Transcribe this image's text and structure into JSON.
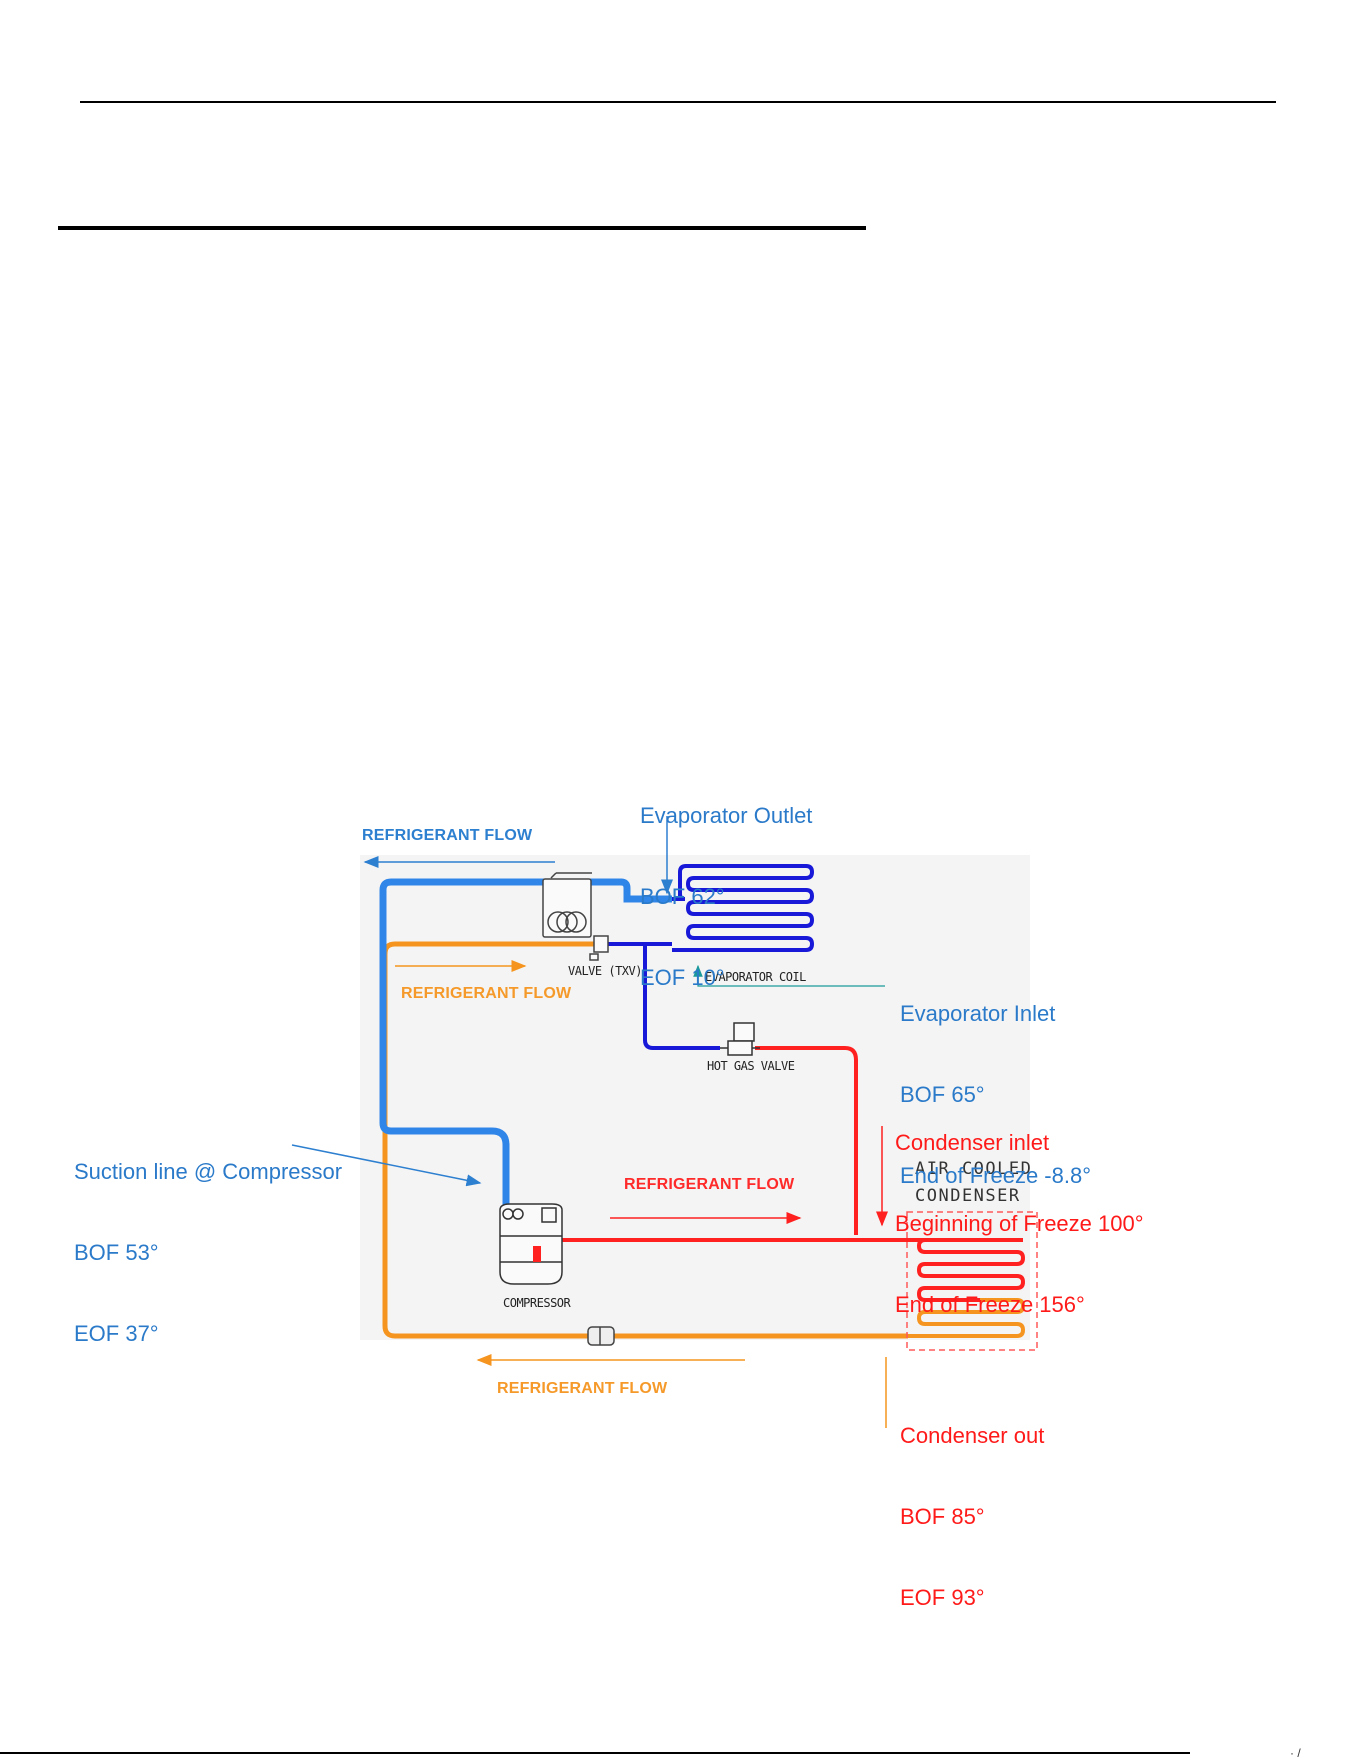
{
  "labels": {
    "evap_outlet": [
      "Evaporator Outlet",
      "BOF 62°",
      "EOF 10°"
    ],
    "evap_inlet": [
      "Evaporator Inlet",
      "BOF 65°",
      "End of Freeze -8.8°"
    ],
    "suction": [
      "Suction line @ Compressor",
      "BOF 53°",
      "EOF 37°"
    ],
    "cond_inlet": [
      "Condenser inlet",
      "Beginning of Freeze 100°",
      "End of Freeze 156°"
    ],
    "cond_out": [
      "Condenser out",
      "BOF 85°",
      "EOF 93°"
    ]
  },
  "flow": {
    "top_blue": "REFRIGERANT FLOW",
    "upper_orange": "REFRIGERANT FLOW",
    "middle_red": "REFRIGERANT FLOW",
    "bottom_orange": "REFRIGERANT FLOW"
  },
  "components": {
    "valve": "VALVE (TXV)",
    "evap_coil": "EVAPORATOR COIL",
    "hot_gas": "HOT GAS VALVE",
    "compressor": "COMPRESSOR",
    "air_cooled_1": "AIR COOLED",
    "air_cooled_2": "CONDENSER"
  },
  "colors": {
    "suction_blue": "#2f86e8",
    "liquid_orange": "#f5951f",
    "discharge_red": "#ff2020",
    "evap_navy": "#1818d8"
  }
}
